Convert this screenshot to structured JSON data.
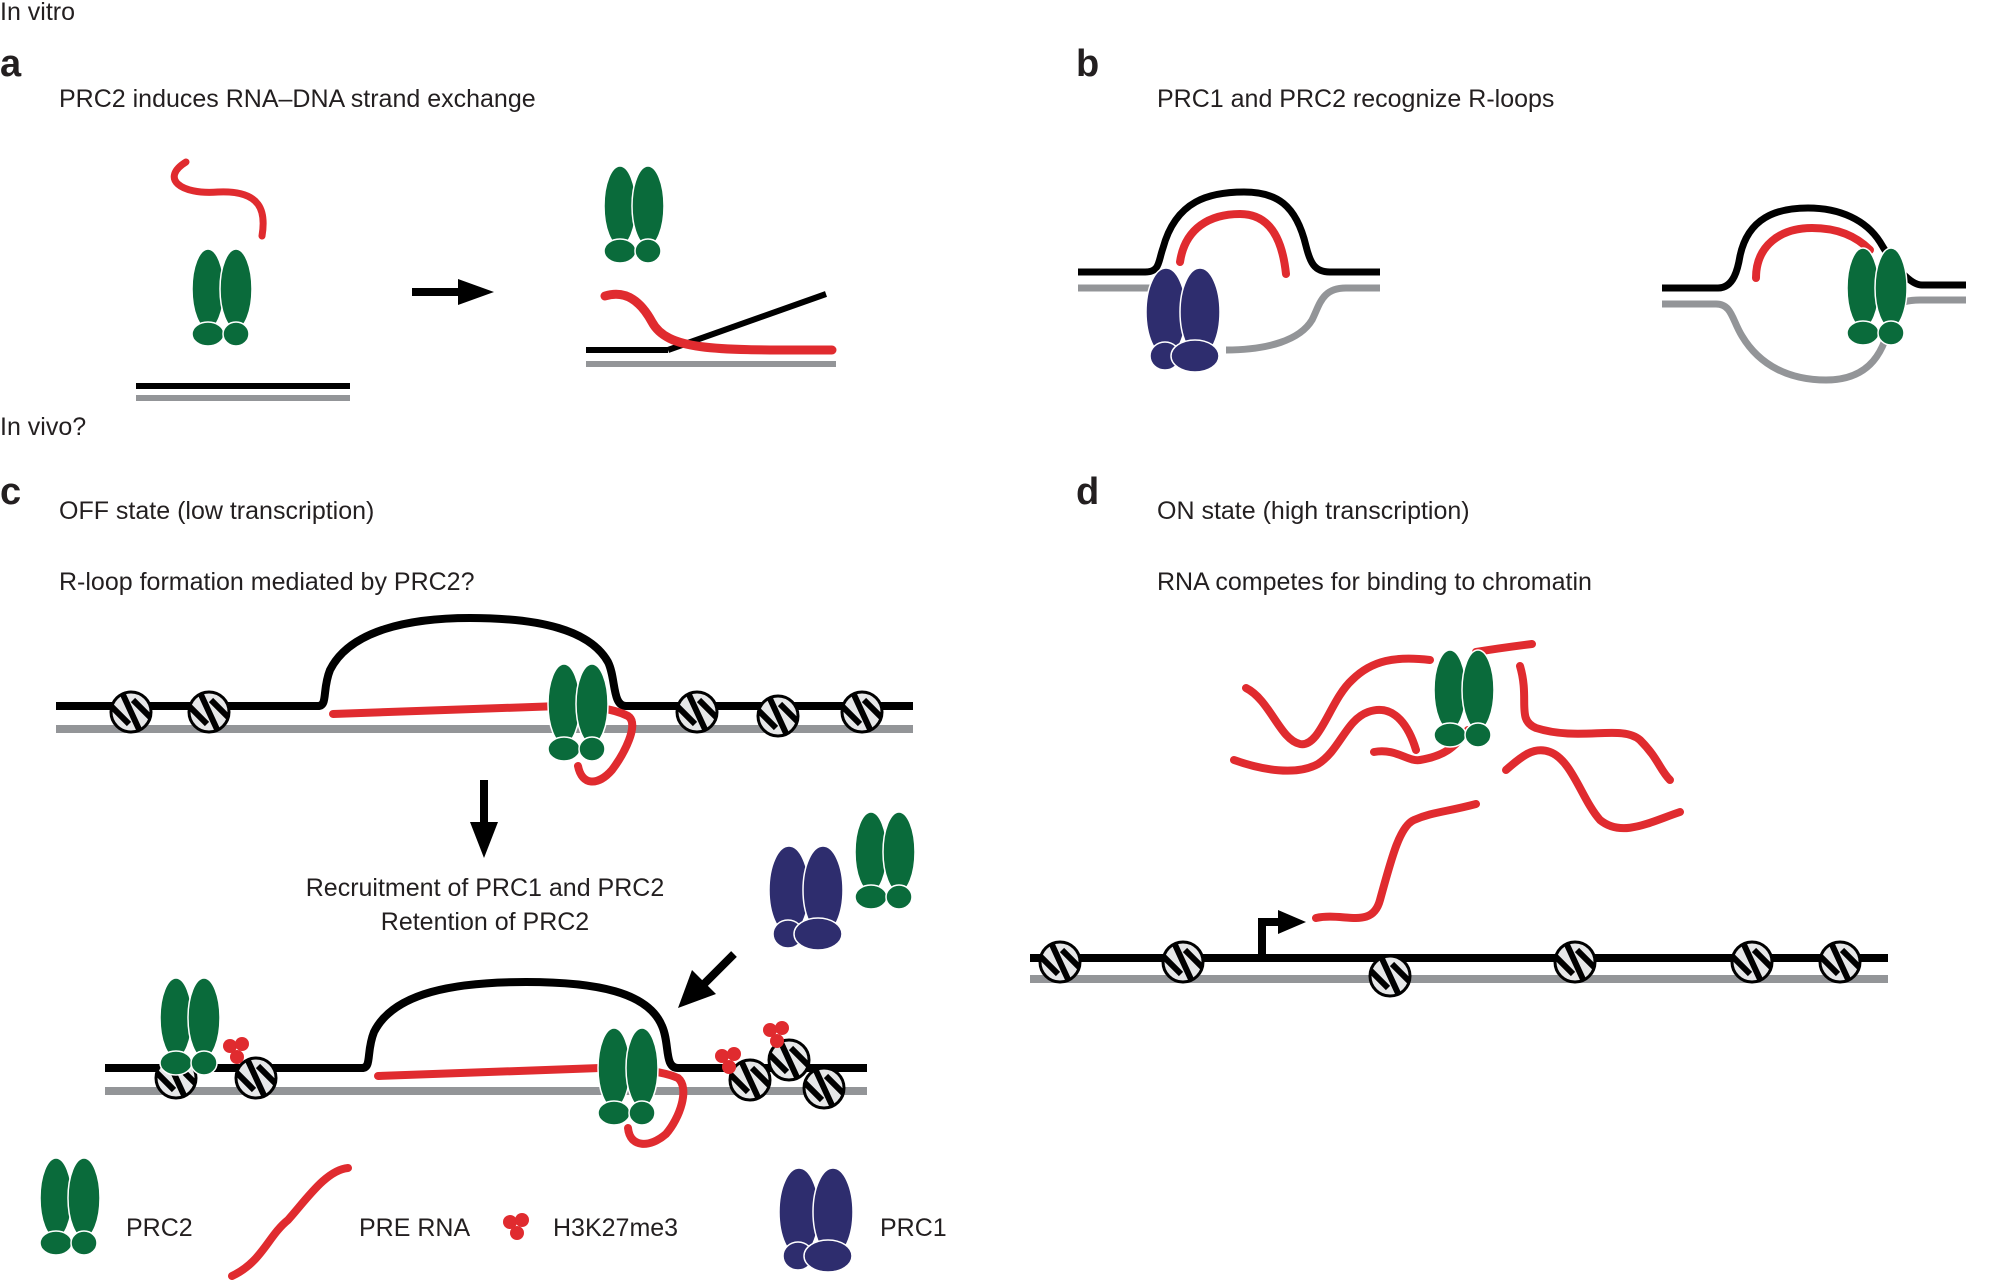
{
  "header": {
    "in_vitro": "In vitro",
    "in_vivo": "In vivo?"
  },
  "panels": {
    "a": {
      "label": "a",
      "title": "PRC2 induces RNA–DNA strand exchange"
    },
    "b": {
      "label": "b",
      "title": "PRC1 and PRC2 recognize R-loops"
    },
    "c": {
      "label": "c",
      "title": "OFF state (low transcription)",
      "subtitle": "R-loop formation mediated by PRC2?",
      "step_line1": "Recruitment of PRC1 and PRC2",
      "step_line2": "Retention of PRC2"
    },
    "d": {
      "label": "d",
      "title": "ON state (high transcription)",
      "subtitle": "RNA competes for binding to chromatin"
    }
  },
  "legend": [
    {
      "key": "prc2",
      "label": "PRC2",
      "color": "#0a6b3b"
    },
    {
      "key": "pre_rna",
      "label": "PRE RNA",
      "color": "#e02b2f"
    },
    {
      "key": "h3k27me3",
      "label": "H3K27me3",
      "color": "#e02b2f"
    },
    {
      "key": "prc1",
      "label": "PRC1",
      "color": "#2e2d6e"
    }
  ],
  "colors": {
    "dna_top": "#000000",
    "dna_bottom": "#939598",
    "rna": "#e02b2f",
    "prc2": "#0a6b3b",
    "prc1": "#2e2d6e",
    "nucleosome": "#e6e7e8"
  }
}
